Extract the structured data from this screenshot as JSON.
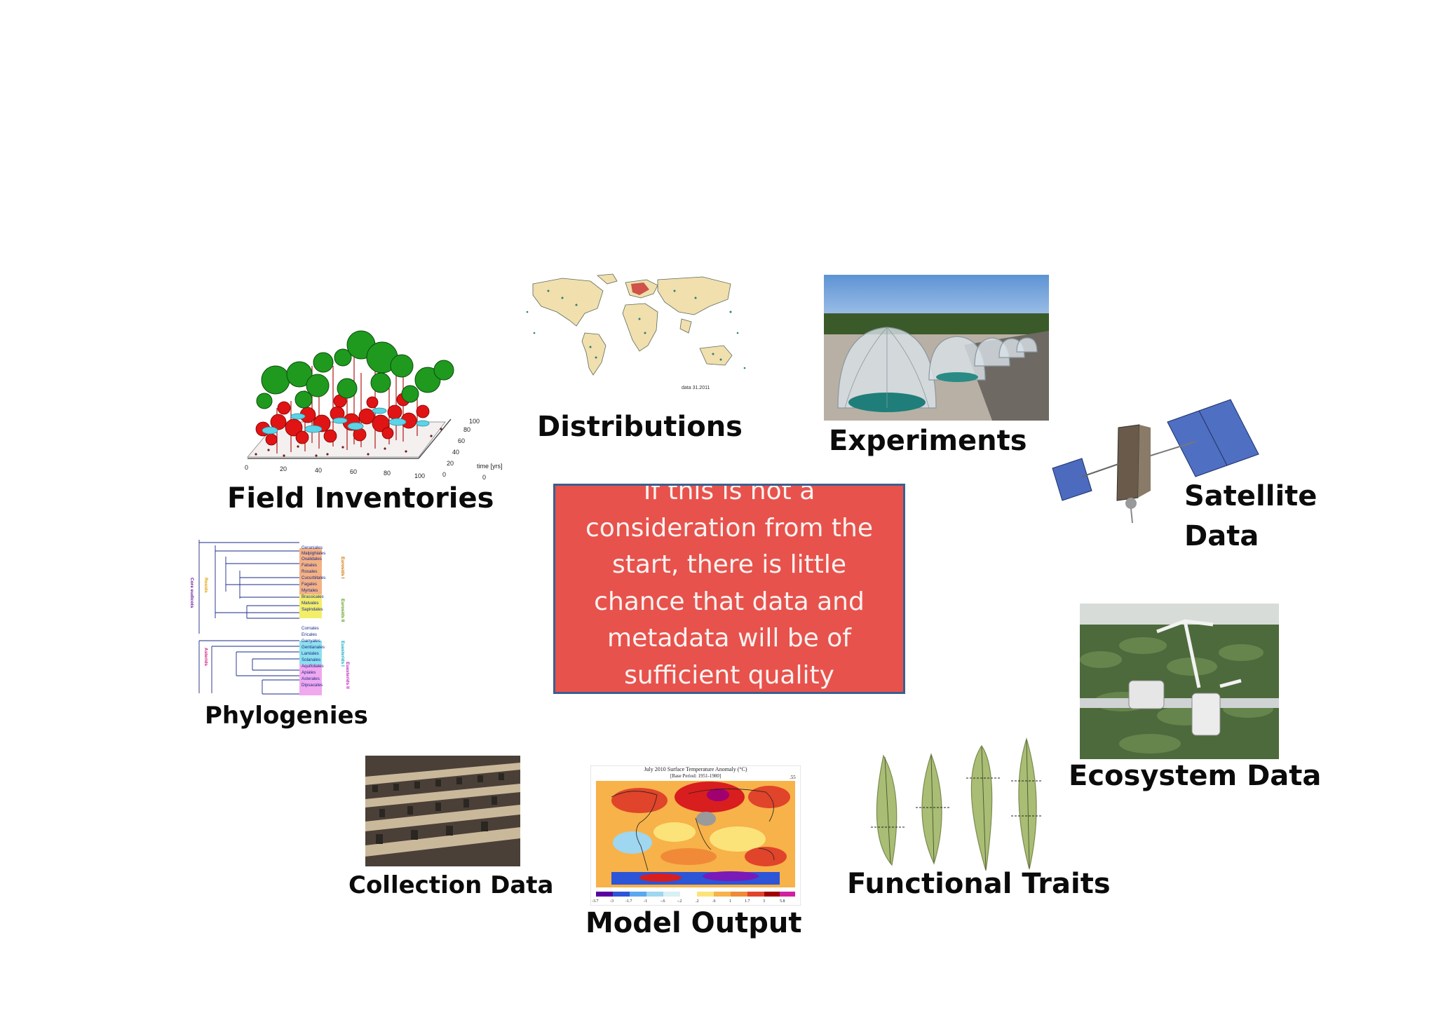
{
  "diagram": {
    "callout": {
      "text": "If this is not a consideration from the start, there is little chance that data and metadata will be of sufficient quality"
    },
    "sources": [
      {
        "id": "field-inventories",
        "label": "Field Inventories"
      },
      {
        "id": "distributions",
        "label": "Distributions"
      },
      {
        "id": "experiments",
        "label": "Experiments"
      },
      {
        "id": "satellite-data",
        "label": "Satellite Data"
      },
      {
        "id": "phylogenies",
        "label": "Phylogenies"
      },
      {
        "id": "ecosystem-data",
        "label": "Ecosystem Data"
      },
      {
        "id": "collection-data",
        "label": "Collection Data"
      },
      {
        "id": "model-output",
        "label": "Model Output"
      },
      {
        "id": "functional-traits",
        "label": "Functional Traits"
      }
    ],
    "field_inventory_plot": {
      "x_ticks": [
        "0",
        "20",
        "40",
        "60",
        "80",
        "100"
      ],
      "y_ticks": [
        "0",
        "20",
        "40",
        "60",
        "80",
        "100"
      ],
      "axis_label": "time [yrs]"
    },
    "phylogeny": {
      "clade_labels": [
        "Core eudicots",
        "Rosids",
        "Asterids",
        "Eurosids I",
        "Eurosids II",
        "Euasterids I",
        "Euasterids II"
      ],
      "taxa": [
        "Geraniales",
        "Malpighiales",
        "Oxalidales",
        "Fabales",
        "Rosales",
        "Cucurbitales",
        "Fagales",
        "Myrtales",
        "Brassicales",
        "Malvales",
        "Sapindales",
        "Cornales",
        "Ericales",
        "Garryales",
        "Gentianales",
        "Lamiales",
        "Solanales",
        "Aquifoliales",
        "Apiales",
        "Asterales",
        "Dipsacales"
      ]
    },
    "model_map": {
      "title": "July 2010 Surface Temperature Anomaly (°C)",
      "subtitle": "[Base Period: 1951-1980]",
      "corner_value": ".55",
      "scale_ticks": [
        "-3.7",
        "-3",
        "-1.7",
        "-1",
        "-.6",
        "-.2",
        ".2",
        ".6",
        "1",
        "1.7",
        "3",
        "5.8"
      ]
    },
    "distribution_map": {
      "credit": "data 31.2011"
    }
  },
  "colors": {
    "callout_fill": "#e8524c",
    "callout_border": "#3a5f8f",
    "callout_text": "#f8f3f1"
  }
}
